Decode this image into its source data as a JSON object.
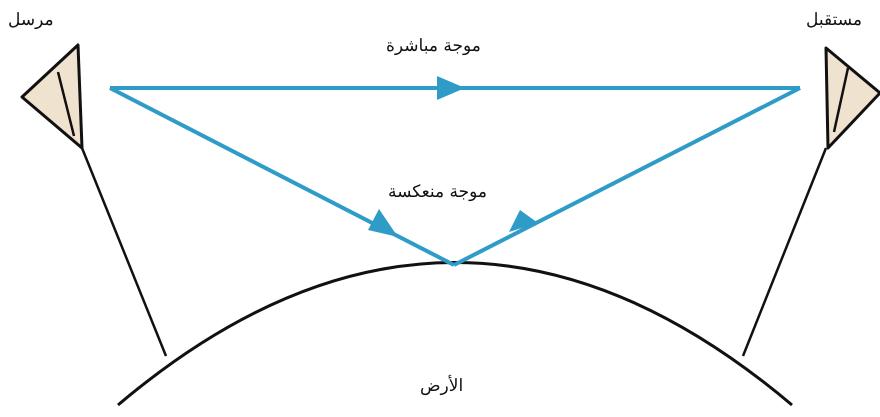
{
  "labels": {
    "transmitter": "مرسل",
    "receiver": "مستقبل",
    "direct_wave": "موجة مباشرة",
    "reflected_wave": "موجة منعكسة",
    "earth": "الأرض"
  },
  "colors": {
    "wave": "#2f9cc8",
    "antenna_fill": "#efe3cf",
    "outline": "#111111"
  }
}
